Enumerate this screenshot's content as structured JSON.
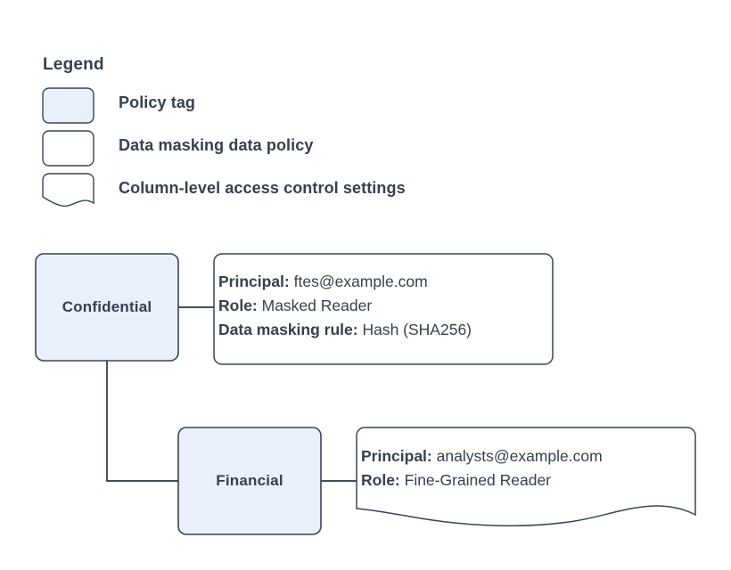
{
  "diagram": {
    "title_visible": false,
    "colors": {
      "tag_fill": "#e9f0fb",
      "shape_fill": "#ffffff",
      "stroke": "#3a4456",
      "text": "#37404f"
    },
    "legend": {
      "heading": "Legend",
      "items": [
        {
          "label": "Policy tag",
          "swatch": "filled-rounded-rect",
          "swatch_name": "policy-tag-swatch"
        },
        {
          "label": "Data masking data policy",
          "swatch": "rounded-rect",
          "swatch_name": "data-masking-policy-swatch"
        },
        {
          "label": "Column-level access control settings",
          "swatch": "document-wave-rect",
          "swatch_name": "column-access-settings-swatch"
        }
      ]
    },
    "nodes": [
      {
        "id": "confidential",
        "label": "Confidential",
        "shape": "rounded-rect",
        "fill": "#e9f0fb"
      },
      {
        "id": "financial",
        "label": "Financial",
        "shape": "rounded-rect",
        "fill": "#e9f0fb"
      }
    ],
    "detail_cards": [
      {
        "id": "masking-policy-confidential",
        "shape": "rounded-rect",
        "rows": [
          {
            "key": "Principal:",
            "value": "ftes@example.com"
          },
          {
            "key": "Role:",
            "value": "Masked Reader"
          },
          {
            "key": "Data masking rule:",
            "value": "Hash (SHA256)"
          }
        ]
      },
      {
        "id": "access-settings-financial",
        "shape": "document-wave-rect",
        "rows": [
          {
            "key": "Principal:",
            "value": "analysts@example.com"
          },
          {
            "key": "Role:",
            "value": "Fine-Grained Reader"
          }
        ]
      }
    ],
    "connectors": [
      {
        "id": "confidential-to-masking-policy",
        "from": "confidential",
        "to": "masking-policy-confidential"
      },
      {
        "id": "confidential-to-financial",
        "from": "confidential",
        "to": "financial"
      },
      {
        "id": "financial-to-access-settings",
        "from": "financial",
        "to": "access-settings-financial"
      }
    ]
  }
}
